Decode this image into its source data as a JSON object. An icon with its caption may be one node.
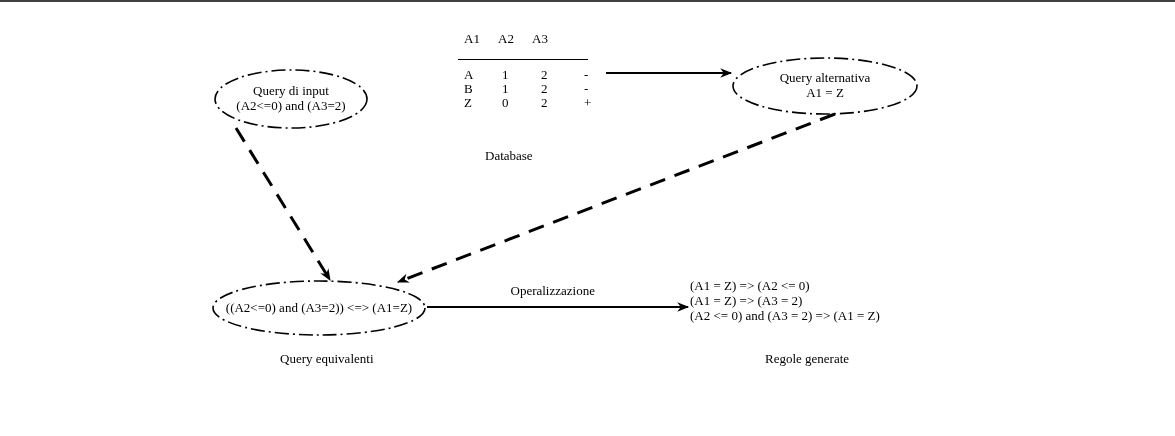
{
  "diagram": {
    "nodes": [
      {
        "text": [
          "Query di input",
          "(A2<=0) and (A3=2)"
        ]
      },
      {
        "text": [
          "A1",
          "A2",
          "A3",
          "A",
          "1",
          "2",
          "-",
          "B",
          "1",
          "2",
          "-",
          "Z",
          "0",
          "2",
          "+"
        ],
        "beside": [
          "Database"
        ]
      },
      {
        "text": [
          "Query alternativa",
          "A1 = Z"
        ]
      },
      {
        "text": [
          "((A2<=0) and (A3=2)) <=> (A1=Z)"
        ],
        "beside": [
          "Query equivalenti"
        ]
      },
      {
        "text": [
          "(A1 = Z) => (A2 <= 0)",
          "(A1 = Z) => (A3 = 2)",
          "(A2 <= 0) and (A3 = 2) => (A1 = Z)"
        ],
        "beside": [
          "Regole generate"
        ]
      }
    ],
    "edges": [
      {
        "from": 1,
        "to": 2,
        "arrow": "to"
      },
      {
        "from": 0,
        "to": 3,
        "arrow": "to",
        "style": "dashed"
      },
      {
        "from": 2,
        "to": 3,
        "arrow": "to",
        "style": "dashed"
      },
      {
        "from": 3,
        "to": 4,
        "arrow": "to",
        "label": "Operalizzazione"
      }
    ]
  }
}
